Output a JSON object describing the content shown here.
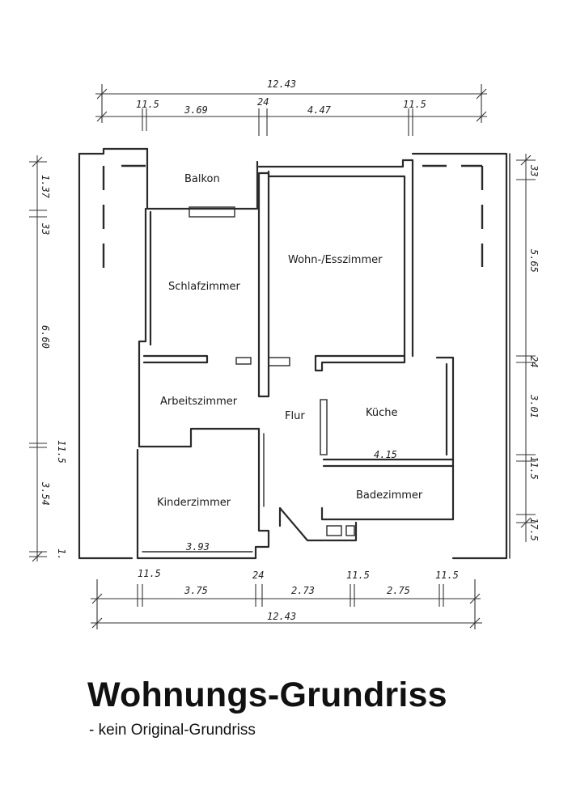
{
  "title": "Wohnungs-Grundriss",
  "subtitle": "- kein Original-Grundriss",
  "rooms": {
    "balkon": "Balkon",
    "wohn": "Wohn-/Esszimmer",
    "schlaf": "Schlafzimmer",
    "arbeit": "Arbeitszimmer",
    "flur": "Flur",
    "kueche": "Küche",
    "bad": "Badezimmer",
    "kinder": "Kinderzimmer"
  },
  "dimensions": {
    "top_total": "12.43",
    "top_wall_left": "11.5",
    "top_seg1": "3.69",
    "top_wall_mid": "24",
    "top_seg2": "4.47",
    "top_wall_right": "11.5",
    "bottom_wall_left": "11.5",
    "bottom_seg1": "3.75",
    "bottom_wall_mid": "24",
    "bottom_seg2": "2.73",
    "bottom_wall_2": "11.5",
    "bottom_seg3": "2.75",
    "bottom_wall_3": "11.5",
    "bottom_total": "12.43",
    "left_seg1": "1.37",
    "left_wall1": "33",
    "left_seg2": "6.60",
    "left_wall2": "11.5",
    "left_seg3": "3.54",
    "left_end": "1.",
    "right_wall1": "33",
    "right_seg1": "5.65",
    "right_wall2": "24",
    "right_seg2": "3.01",
    "right_wall3": "11.5",
    "right_wall4": "17.5",
    "inner_kueche": "4.15",
    "inner_kinder": "3.93"
  }
}
